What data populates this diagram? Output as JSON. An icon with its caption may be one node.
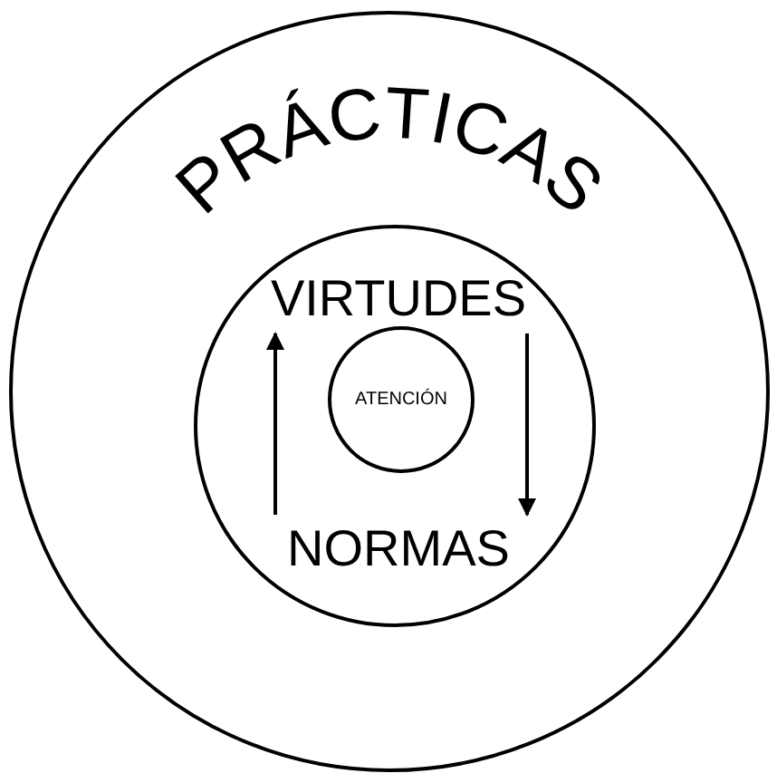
{
  "diagram": {
    "nodes": [
      {
        "text": [
          "PRÁCTICAS"
        ]
      },
      {
        "text": [],
        "shape": "circle",
        "in": 0
      },
      {
        "text": [
          "VIRTUDES"
        ],
        "in": 1
      },
      {
        "text": [
          "ATENCIÓN"
        ],
        "in": 1
      },
      {
        "text": [
          "NORMAS"
        ],
        "in": 1
      }
    ],
    "edges": [
      {
        "from": 4,
        "to": 2,
        "arrow": "to"
      },
      {
        "from": 2,
        "to": 4,
        "arrow": "to"
      }
    ]
  }
}
